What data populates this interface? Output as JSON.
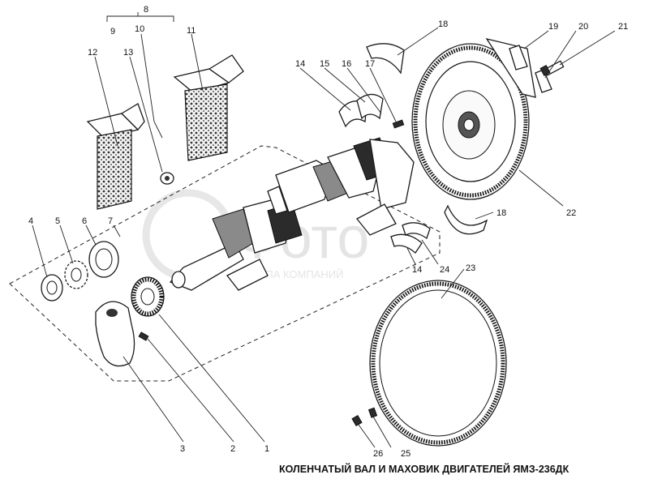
{
  "title": "КОЛЕНЧАТЫЙ ВАЛ И МАХОВИК ДВИГАТЕЛЕЙ ЯМЗ-236ДК",
  "watermark": {
    "main": "Фото",
    "sub": "ППА КОМПАНИЙ"
  },
  "callouts": {
    "n1": "1",
    "n2": "2",
    "n3": "3",
    "n4": "4",
    "n5": "5",
    "n6": "6",
    "n7": "7",
    "n8": "8",
    "n9": "9",
    "n10": "10",
    "n11": "11",
    "n12": "12",
    "n13": "13",
    "n14": "14",
    "n14b": "14",
    "n15": "15",
    "n16": "16",
    "n17": "17",
    "n18": "18",
    "n18b": "18",
    "n19": "19",
    "n20": "20",
    "n21": "21",
    "n22": "22",
    "n23": "23",
    "n24": "24",
    "n25": "25",
    "n26": "26"
  },
  "colors": {
    "line": "#111111",
    "background": "#ffffff",
    "watermark": "#cfcfcf"
  }
}
